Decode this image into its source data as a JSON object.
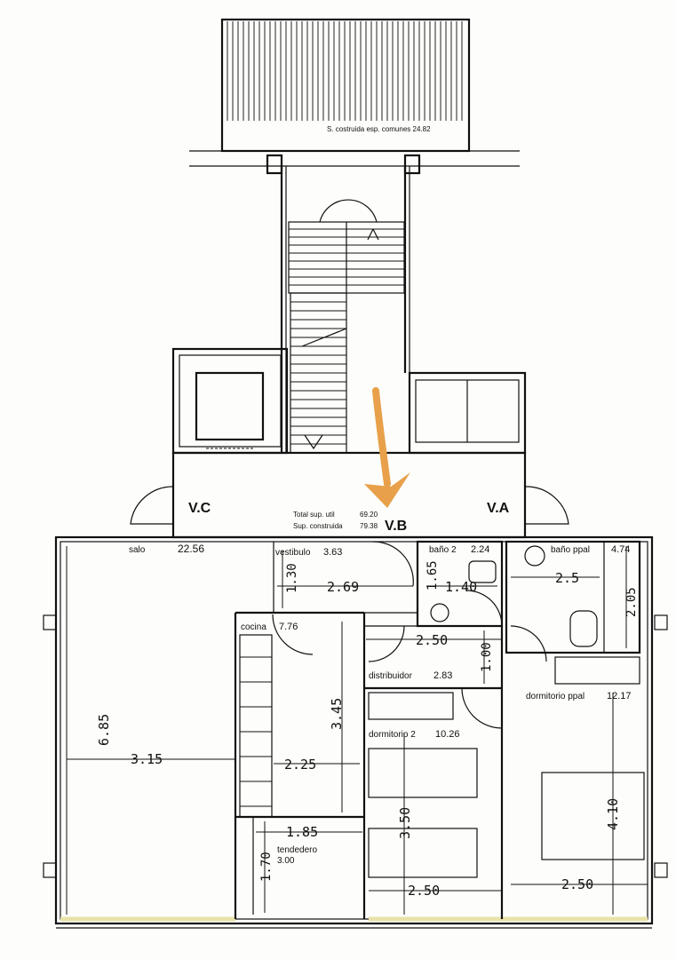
{
  "header": {
    "common_area_note": "S. costruida esp. comunes   24.82"
  },
  "summary": {
    "useful_label": "Total sup. util",
    "useful_value": "69.20",
    "built_label": "Sup. construida",
    "built_value": "79.38"
  },
  "units": {
    "vc": "V.C",
    "vb": "V.B",
    "va": "V.A"
  },
  "rooms": {
    "salon": {
      "name": "salo",
      "area": "22.56"
    },
    "vestibulo": {
      "name": "vestibulo",
      "area": "3.63"
    },
    "bano2": {
      "name": "baño 2",
      "area": "2.24"
    },
    "bano_ppal": {
      "name": "baño ppal",
      "area": "4.74"
    },
    "cocina": {
      "name": "cocina",
      "area": "7.76"
    },
    "distribuidor": {
      "name": "distribuidor",
      "area": "2.83"
    },
    "dormitorio2": {
      "name": "dormitorio 2",
      "area": "10.26"
    },
    "dormitorio_ppal": {
      "name": "dormitorio ppal",
      "area": "12.17"
    },
    "tendedero": {
      "name": "tendedero",
      "area": "3.00"
    }
  },
  "dimensions": {
    "d130": "1.30",
    "d269": "2.69",
    "d165": "1.65",
    "d140": "1.40",
    "d25x": "2.5",
    "d205": "2.05",
    "d250_dist": "2.50",
    "d100": "1.00",
    "d685": "6.85",
    "d315": "3.15",
    "d345": "3.45",
    "d225": "2.25",
    "d350": "3.50",
    "d410": "4.10",
    "d185": "1.85",
    "d170": "1.70",
    "d250_d2": "2.50",
    "d250_dppal": "2.50"
  },
  "colors": {
    "ink": "#111111",
    "arrow": "#e8a04a",
    "hatch": "#222222"
  }
}
